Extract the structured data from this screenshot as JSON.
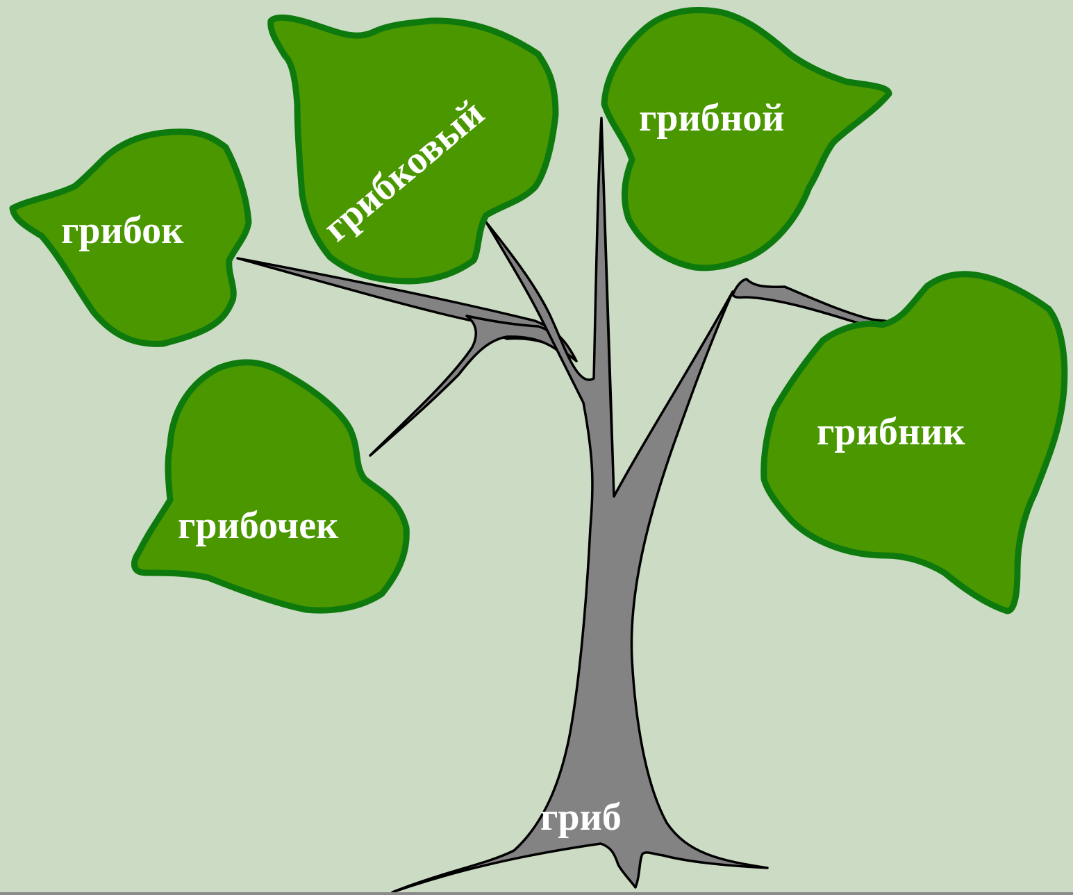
{
  "colors": {
    "background": "#ccdcc4",
    "leaf_fill": "#4a9700",
    "leaf_outline": "#0e7a0e",
    "trunk_fill": "#838383",
    "text": "#ffffff"
  },
  "tree": {
    "root_word": "гриб",
    "leaves": [
      {
        "id": "leaf-gribok",
        "word": "грибок"
      },
      {
        "id": "leaf-gribkovyj",
        "word": "грибковый"
      },
      {
        "id": "leaf-gribnoj",
        "word": "грибной"
      },
      {
        "id": "leaf-gribochek",
        "word": "грибочек"
      },
      {
        "id": "leaf-gribnik",
        "word": "грибник"
      }
    ]
  }
}
